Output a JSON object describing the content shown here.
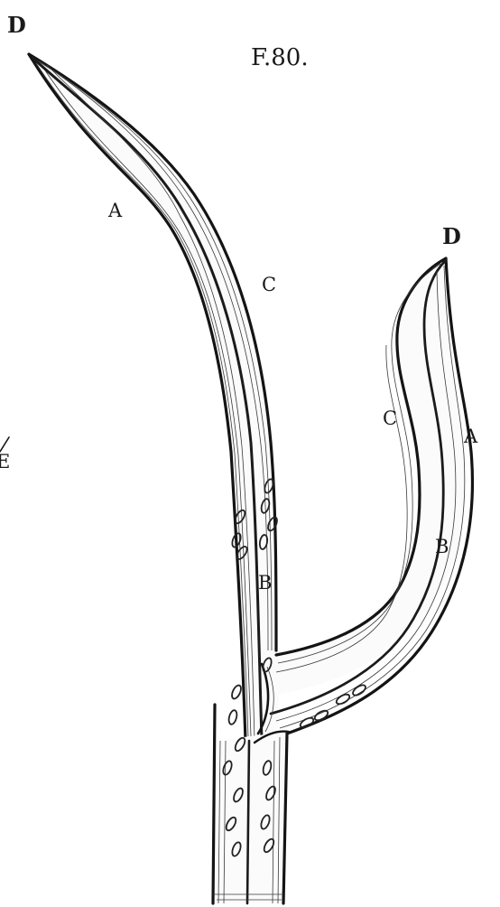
{
  "figure": {
    "title": "F.80.",
    "labels": {
      "left_tip": "D",
      "right_tip": "D",
      "left_outer": "A",
      "left_inner": "C",
      "left_stem": "B",
      "right_outer": "A",
      "right_inner": "C",
      "right_stem": "B",
      "edge_partial": "E"
    }
  }
}
